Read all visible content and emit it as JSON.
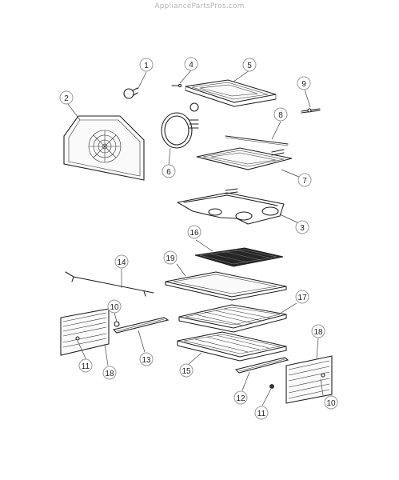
{
  "watermark": "AppliancePartsPros.com",
  "callouts": [
    {
      "id": "c1",
      "label": "1"
    },
    {
      "id": "c2",
      "label": "2"
    },
    {
      "id": "c3",
      "label": "3"
    },
    {
      "id": "c4",
      "label": "4"
    },
    {
      "id": "c5",
      "label": "5"
    },
    {
      "id": "c6",
      "label": "6"
    },
    {
      "id": "c7",
      "label": "7"
    },
    {
      "id": "c8",
      "label": "8"
    },
    {
      "id": "c9",
      "label": "9"
    },
    {
      "id": "c10a",
      "label": "10"
    },
    {
      "id": "c10b",
      "label": "10"
    },
    {
      "id": "c11a",
      "label": "11"
    },
    {
      "id": "c11b",
      "label": "11"
    },
    {
      "id": "c12",
      "label": "12"
    },
    {
      "id": "c13",
      "label": "13"
    },
    {
      "id": "c14",
      "label": "14"
    },
    {
      "id": "c15",
      "label": "15"
    },
    {
      "id": "c16",
      "label": "16"
    },
    {
      "id": "c17",
      "label": "17"
    },
    {
      "id": "c18a",
      "label": "18"
    },
    {
      "id": "c18b",
      "label": "18"
    },
    {
      "id": "c19",
      "label": "19"
    }
  ]
}
